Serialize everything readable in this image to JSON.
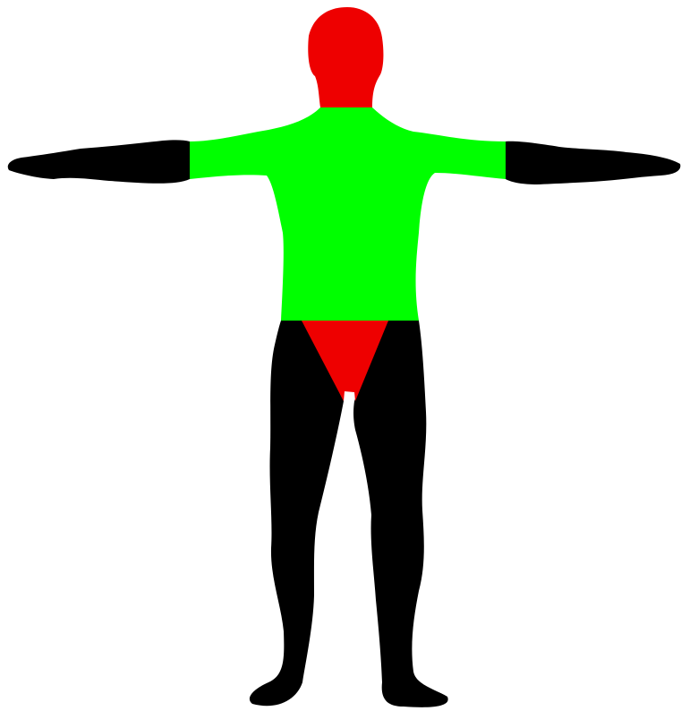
{
  "figure": {
    "type": "body-region-silhouette",
    "view": "front",
    "pose": "T-pose",
    "background": "#ffffff",
    "regions": [
      {
        "name": "head",
        "color": "#ee0000"
      },
      {
        "name": "torso",
        "color": "#00ff00"
      },
      {
        "name": "upper-arm-left",
        "color": "#00ff00"
      },
      {
        "name": "upper-arm-right",
        "color": "#00ff00"
      },
      {
        "name": "forearm-left",
        "color": "#000000"
      },
      {
        "name": "forearm-right",
        "color": "#000000"
      },
      {
        "name": "leg-left",
        "color": "#000000"
      },
      {
        "name": "leg-right",
        "color": "#000000"
      },
      {
        "name": "groin",
        "color": "#ee0000"
      }
    ]
  }
}
